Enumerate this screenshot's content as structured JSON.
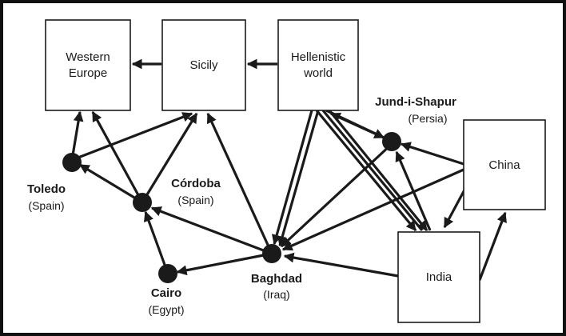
{
  "boxes": {
    "western_europe": [
      "Western",
      "Europe"
    ],
    "sicily": [
      "Sicily"
    ],
    "hellenistic": [
      "Hellenistic",
      "world"
    ],
    "china": [
      "China"
    ],
    "india": [
      "India"
    ]
  },
  "cities": {
    "toledo": {
      "name": "Toledo",
      "region": "(Spain)"
    },
    "cordoba": {
      "name": "Córdoba",
      "region": "(Spain)"
    },
    "cairo": {
      "name": "Cairo",
      "region": "(Egypt)"
    },
    "baghdad": {
      "name": "Baghdad",
      "region": "(Iraq)"
    },
    "jundishapur": {
      "name": "Jund-i-Shapur",
      "region": "(Persia)"
    }
  },
  "colors": {
    "ink": "#1a1a1a",
    "background": "#ffffff"
  }
}
